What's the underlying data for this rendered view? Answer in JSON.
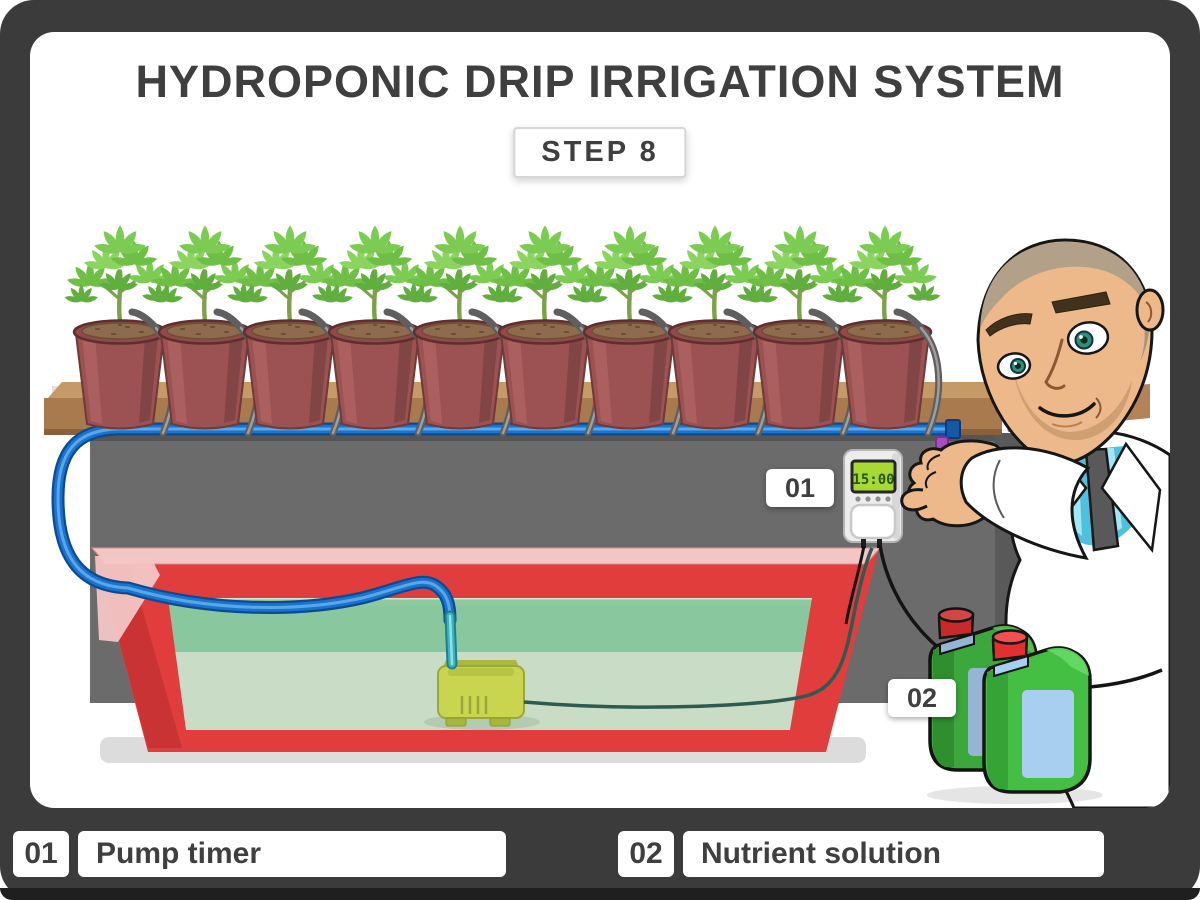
{
  "header": {
    "title": "HYDROPONIC DRIP IRRIGATION SYSTEM",
    "step_label": "STEP 8"
  },
  "callouts": {
    "c1": "01",
    "c2": "02"
  },
  "timer": {
    "display": "15:00"
  },
  "legend": {
    "items": [
      {
        "num": "01",
        "label": "Pump timer"
      },
      {
        "num": "02",
        "label": "Nutrient solution"
      }
    ]
  },
  "colors": {
    "frame": "#3b3b3b",
    "frame_edge": "#1f1f1f",
    "card": "#ffffff",
    "ink": "#3f3f3f",
    "badge_border": "#d6d6d6",
    "table_gray": "#6b6b6b",
    "shelf_brown": "#a97a4e",
    "shelf_top": "#c59a66",
    "pot_red": "#9c5252",
    "pipe_blue": "#1a73cf",
    "drip_gray": "#5f5f5f",
    "tank_red": "#e23d3d",
    "tank_rim": "#f3c6c6",
    "solution_green": "#8acba0",
    "pump_yellow": "#c9d44f",
    "cord_green": "#2e5a50",
    "jug_green": "#44bf44",
    "jug_label": "#a9cff0",
    "cap_red": "#e23030",
    "lcd_green": "#a8d832",
    "lcd_digits": "#215612",
    "skin": "#edb98b",
    "shirt_teal": "#4fc0dd"
  }
}
